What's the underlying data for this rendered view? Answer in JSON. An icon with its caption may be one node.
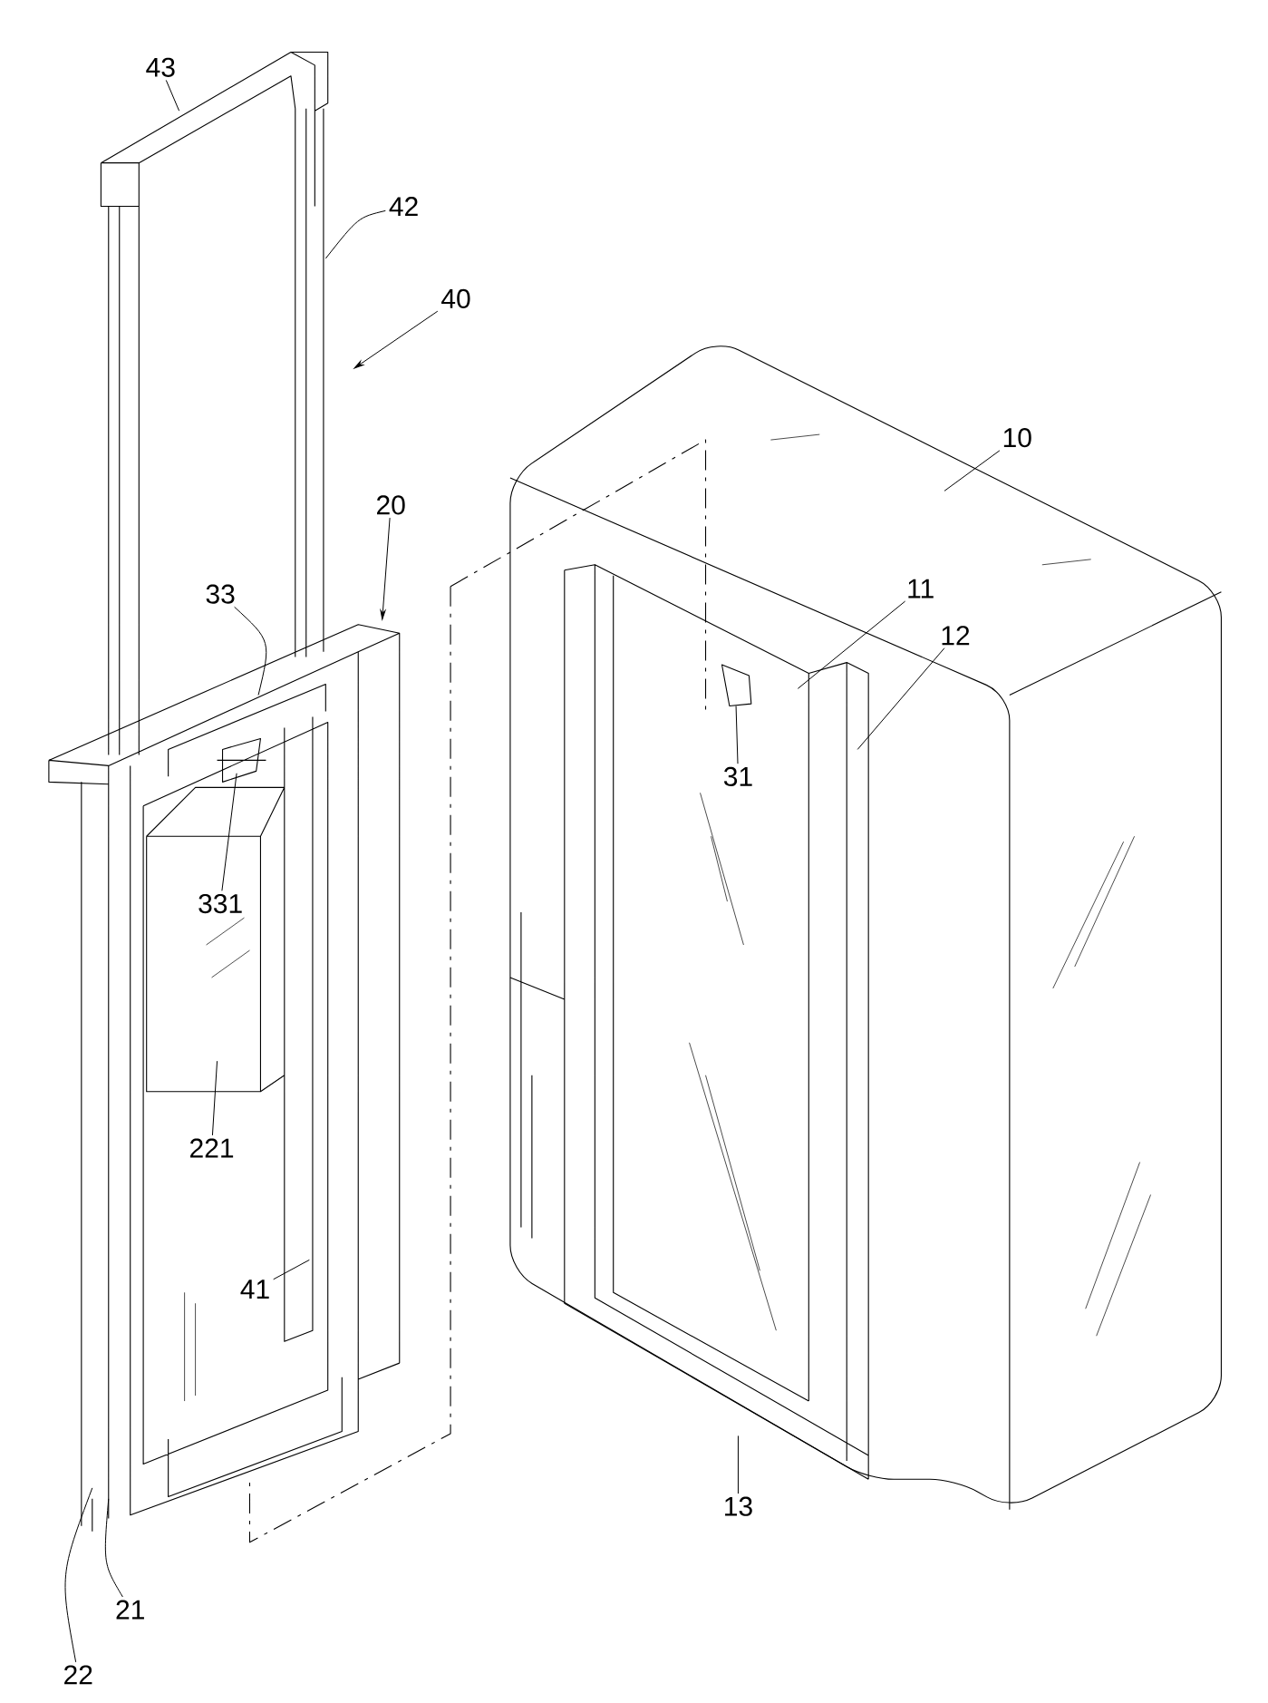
{
  "diagram": {
    "nodes": [
      {
        "text": [
          "43"
        ]
      },
      {
        "text": [
          "42"
        ]
      },
      {
        "text": [
          "40"
        ]
      },
      {
        "text": [
          "10"
        ]
      },
      {
        "text": [
          "20"
        ]
      },
      {
        "text": [
          "11"
        ]
      },
      {
        "text": [
          "33"
        ]
      },
      {
        "text": [
          "12"
        ]
      },
      {
        "text": [
          "31"
        ]
      },
      {
        "text": [
          "331"
        ]
      },
      {
        "text": [
          "221"
        ]
      },
      {
        "text": [
          "41"
        ]
      },
      {
        "text": [
          "13"
        ]
      },
      {
        "text": [
          "21"
        ]
      },
      {
        "text": [
          "22"
        ]
      }
    ],
    "edges": [
      {
        "from": 0,
        "to": null,
        "arrow": "none"
      },
      {
        "from": 1,
        "to": null,
        "arrow": "none"
      },
      {
        "from": 2,
        "to": null,
        "arrow": "to"
      },
      {
        "from": 3,
        "to": null,
        "arrow": "none"
      },
      {
        "from": 4,
        "to": null,
        "arrow": "to"
      },
      {
        "from": 5,
        "to": null,
        "arrow": "none"
      },
      {
        "from": 6,
        "to": null,
        "arrow": "none"
      },
      {
        "from": 7,
        "to": null,
        "arrow": "none"
      },
      {
        "from": 8,
        "to": null,
        "arrow": "none"
      },
      {
        "from": 9,
        "to": null,
        "arrow": "none"
      },
      {
        "from": 10,
        "to": null,
        "arrow": "none"
      },
      {
        "from": 11,
        "to": null,
        "arrow": "none"
      },
      {
        "from": 12,
        "to": null,
        "arrow": "none"
      },
      {
        "from": 13,
        "to": null,
        "arrow": "none"
      },
      {
        "from": 14,
        "to": null,
        "arrow": "none"
      }
    ]
  }
}
